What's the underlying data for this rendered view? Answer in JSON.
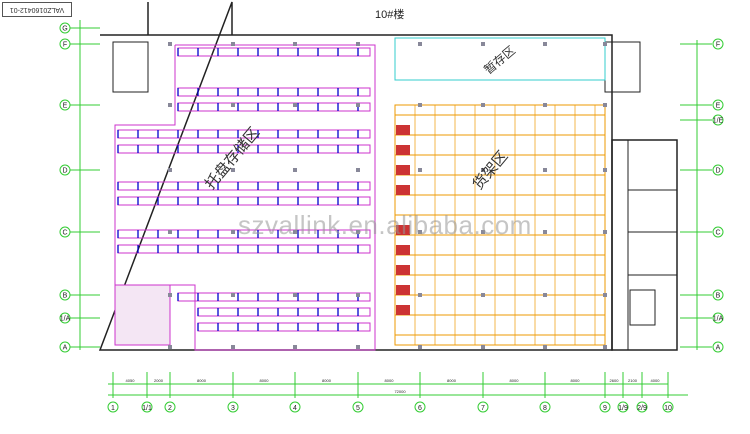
{
  "drawing_number": "VALZ0160412-01",
  "building_label": "10#楼",
  "zones": {
    "pallet": "托盘存储区",
    "shelf": "货架区",
    "temp": "暂存区"
  },
  "watermark": "szvallink.en.alibaba.com",
  "column_axes": [
    "1",
    "1/1",
    "2",
    "3",
    "4",
    "5",
    "6",
    "7",
    "8",
    "9",
    "1/9",
    "2/9",
    "10"
  ],
  "row_axes_left": [
    "G",
    "F",
    "E",
    "D",
    "C",
    "B",
    "1/A",
    "A"
  ],
  "row_axes_right": [
    "F",
    "E",
    "1/E",
    "D",
    "C",
    "B",
    "1/A",
    "A"
  ],
  "column_dims": [
    "4050",
    "2000",
    "8000",
    "8000",
    "8000",
    "8000",
    "8000",
    "8000",
    "8000",
    "2600",
    "2100",
    "4000"
  ],
  "total_dim": "72000",
  "colors": {
    "axis": "#3c3",
    "wall": "#222",
    "rack_frame": "#c3c",
    "beam": "#00c",
    "shelf": "#e90",
    "temp_area": "#3cc"
  }
}
